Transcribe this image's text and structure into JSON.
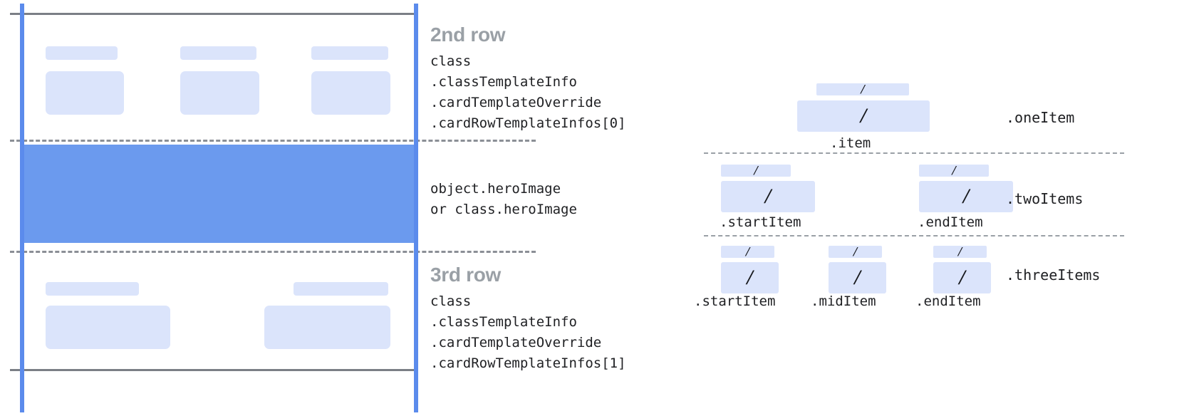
{
  "left_card": {
    "second_row": {
      "heading": "2nd row",
      "code": "class\n.classTemplateInfo\n.cardTemplateOverride\n.cardRowTemplateInfos[0]"
    },
    "hero": {
      "code": "object.heroImage\nor class.heroImage"
    },
    "third_row": {
      "heading": "3rd row",
      "code": "class\n.classTemplateInfo\n.cardTemplateOverride\n.cardRowTemplateInfos[1]"
    },
    "colors": {
      "hero_fill": "#6b9aee",
      "placeholder_fill": "#dbe4fb",
      "guide_blue": "#5b8bec",
      "rule_gray": "#7b7f86",
      "heading_gray": "#9aa0a6"
    }
  },
  "item_diagram": {
    "glyph": "/",
    "groups": [
      {
        "name": "oneItem",
        "right_label": ".oneItem",
        "items": [
          {
            "bottom_label": ".item"
          }
        ]
      },
      {
        "name": "twoItems",
        "right_label": ".twoItems",
        "items": [
          {
            "bottom_label": ".startItem"
          },
          {
            "bottom_label": ".endItem"
          }
        ]
      },
      {
        "name": "threeItems",
        "right_label": ".threeItems",
        "items": [
          {
            "bottom_label": ".startItem"
          },
          {
            "bottom_label": ".midItem"
          },
          {
            "bottom_label": ".endItem"
          }
        ]
      }
    ]
  }
}
